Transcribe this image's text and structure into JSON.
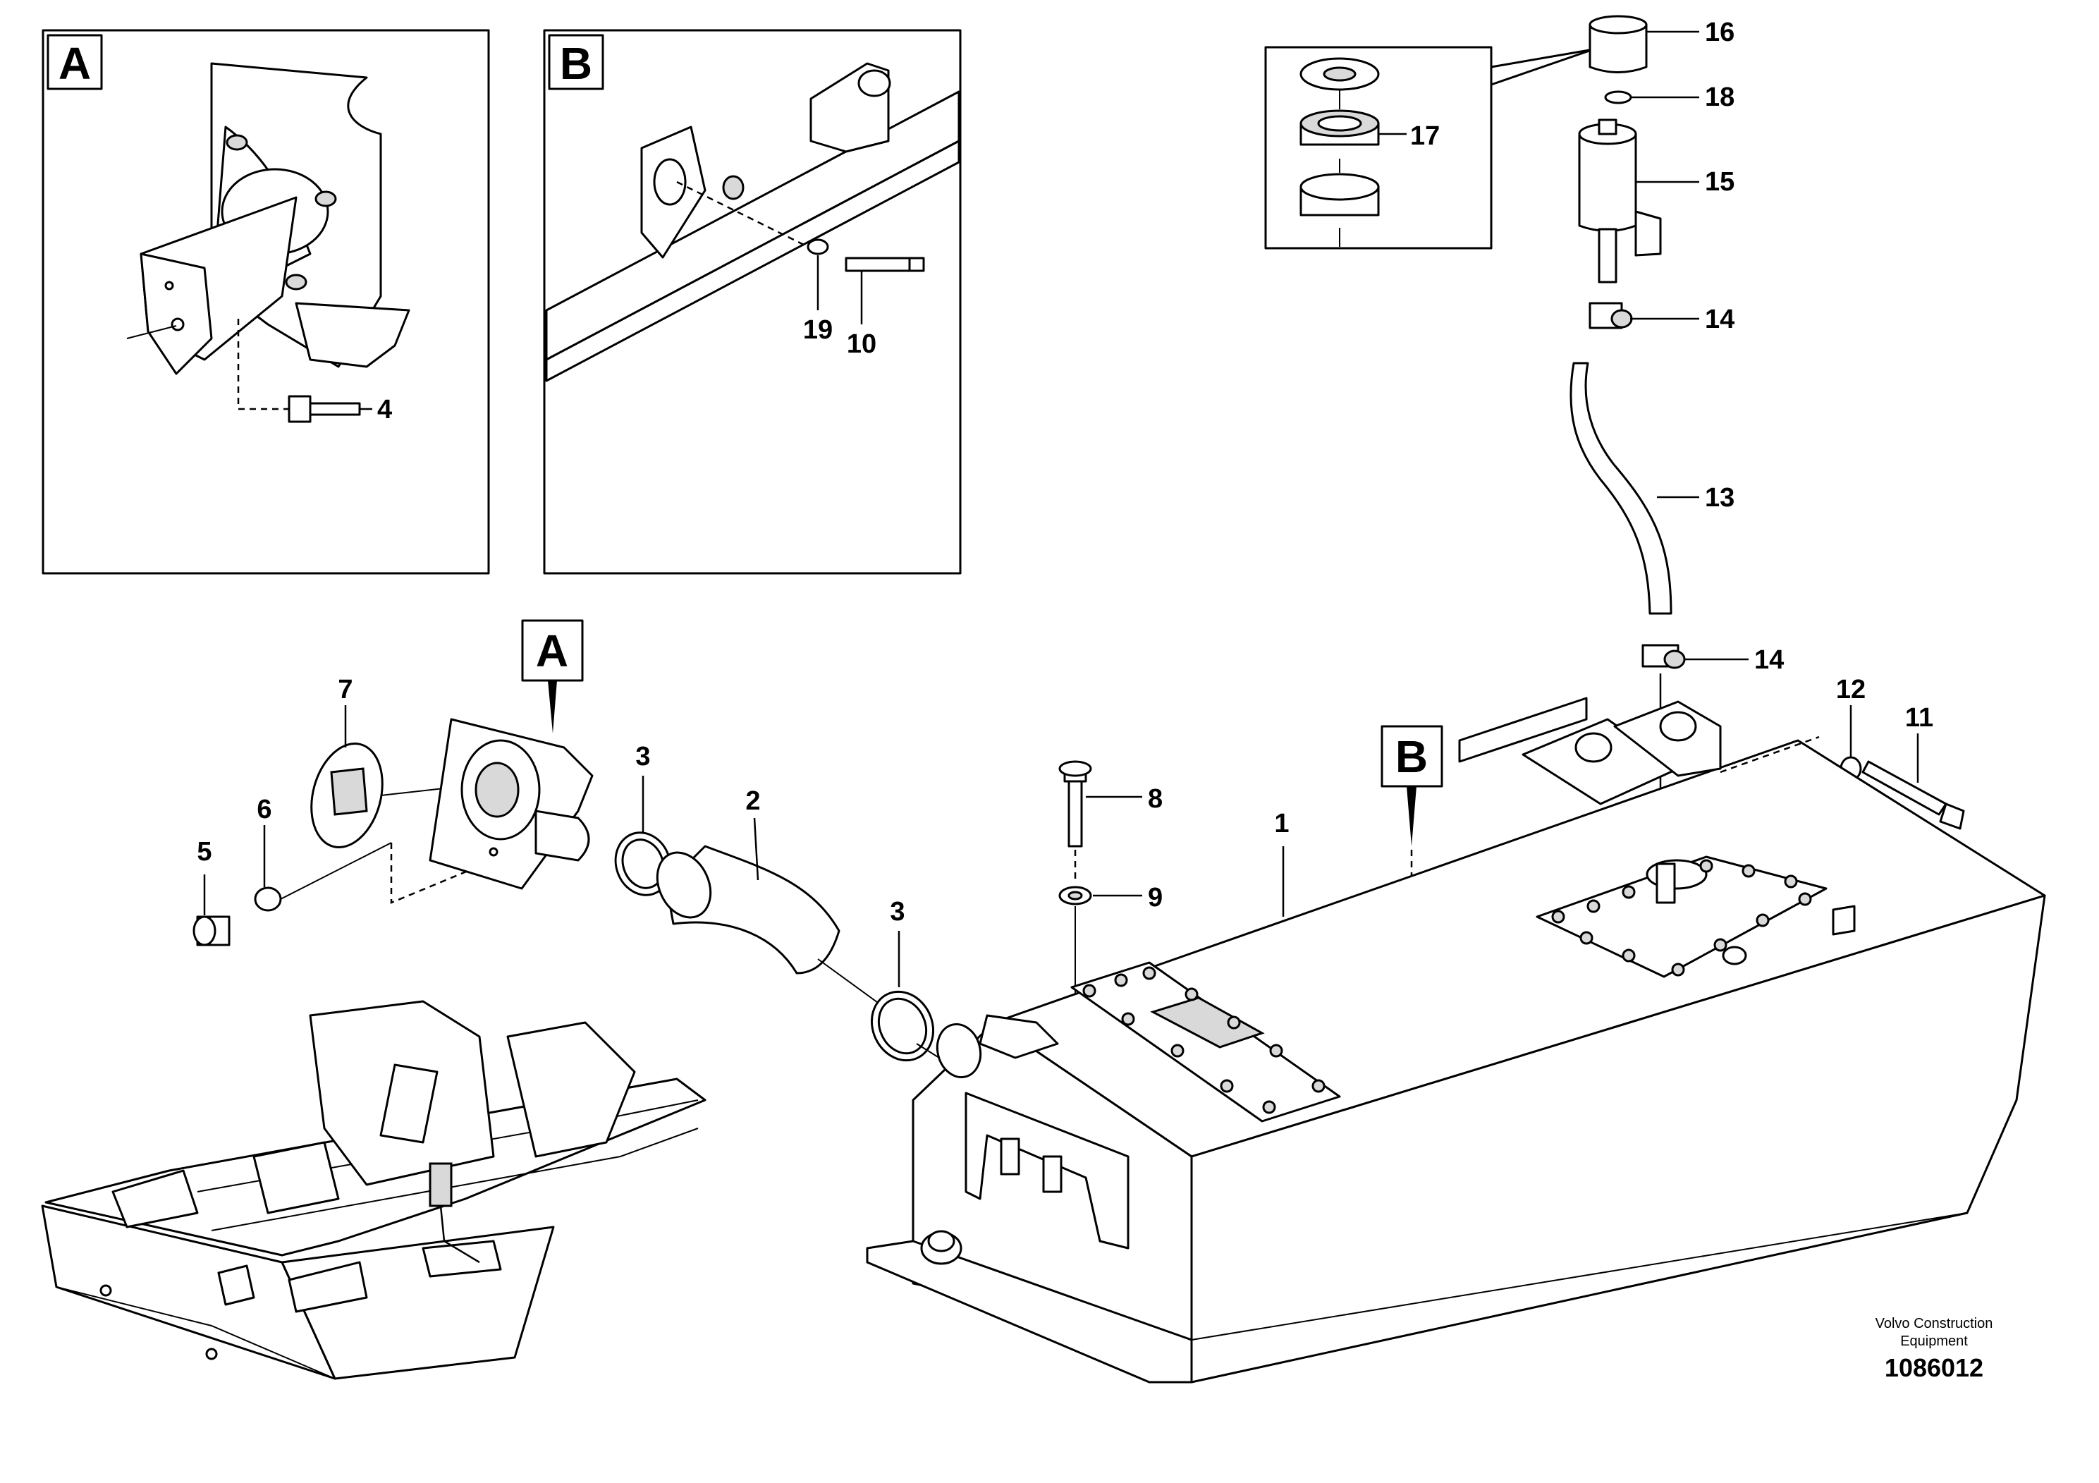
{
  "detail_views": [
    {
      "key": "A",
      "letter": "A"
    },
    {
      "key": "B",
      "letter": "B"
    }
  ],
  "view_markers": [
    {
      "key": "A",
      "letter": "A"
    },
    {
      "key": "B",
      "letter": "B"
    }
  ],
  "callouts": {
    "c1": "1",
    "c2": "2",
    "c3a": "3",
    "c3b": "3",
    "c4": "4",
    "c5": "5",
    "c6": "6",
    "c7": "7",
    "c8": "8",
    "c9": "9",
    "c10": "10",
    "c11": "11",
    "c12": "12",
    "c13": "13",
    "c14a": "14",
    "c14b": "14",
    "c15": "15",
    "c16": "16",
    "c17": "17",
    "c18": "18",
    "c19": "19"
  },
  "credit": {
    "line1": "Volvo Construction",
    "line2": "Equipment",
    "doc_number": "1086012"
  }
}
